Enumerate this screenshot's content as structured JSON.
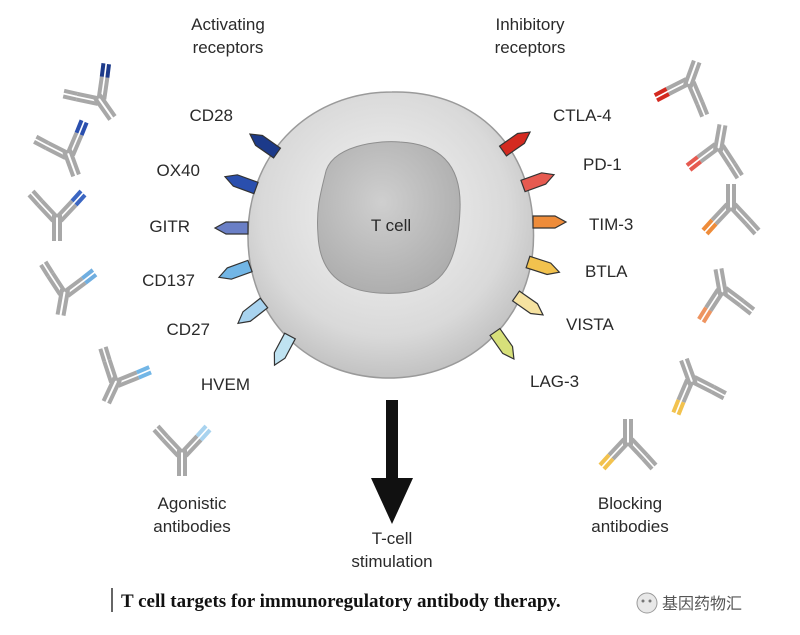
{
  "headings": {
    "activating": [
      "Activating",
      "receptors"
    ],
    "inhibitory": [
      "Inhibitory",
      "receptors"
    ]
  },
  "cell": {
    "label": "T cell"
  },
  "activating_receptors": [
    {
      "label": "CD28",
      "color": "#1c3a8a"
    },
    {
      "label": "OX40",
      "color": "#2a4fae"
    },
    {
      "label": "GITR",
      "color": "#6a7fc6"
    },
    {
      "label": "CD137",
      "color": "#72b6e6"
    },
    {
      "label": "CD27",
      "color": "#a8d3ef"
    },
    {
      "label": "HVEM",
      "color": "#bfe3f2"
    }
  ],
  "inhibitory_receptors": [
    {
      "label": "CTLA-4",
      "color": "#d42a20"
    },
    {
      "label": "PD-1",
      "color": "#e65a50"
    },
    {
      "label": "TIM-3",
      "color": "#ee8c3a"
    },
    {
      "label": "BTLA",
      "color": "#f2c24e"
    },
    {
      "label": "VISTA",
      "color": "#f6e2a0"
    },
    {
      "label": "LAG-3",
      "color": "#d7e07a"
    }
  ],
  "stimulation": {
    "lines": [
      "T-cell",
      "stimulation"
    ]
  },
  "agonistic": {
    "lines": [
      "Agonistic",
      "antibodies"
    ],
    "tip_colors": [
      "#1c3a8a",
      "#2a4fae",
      "#3b66c2",
      "#6faee0",
      "#72b6e6",
      "#a8d3ef"
    ]
  },
  "blocking": {
    "lines": [
      "Blocking",
      "antibodies"
    ],
    "tip_colors": [
      "#d42a20",
      "#e65a50",
      "#ee8c3a",
      "#ee9460",
      "#f2c24e",
      "#f2c24e"
    ]
  },
  "caption": "T cell targets for immunoregulatory antibody therapy.",
  "watermark": "基因药物汇"
}
